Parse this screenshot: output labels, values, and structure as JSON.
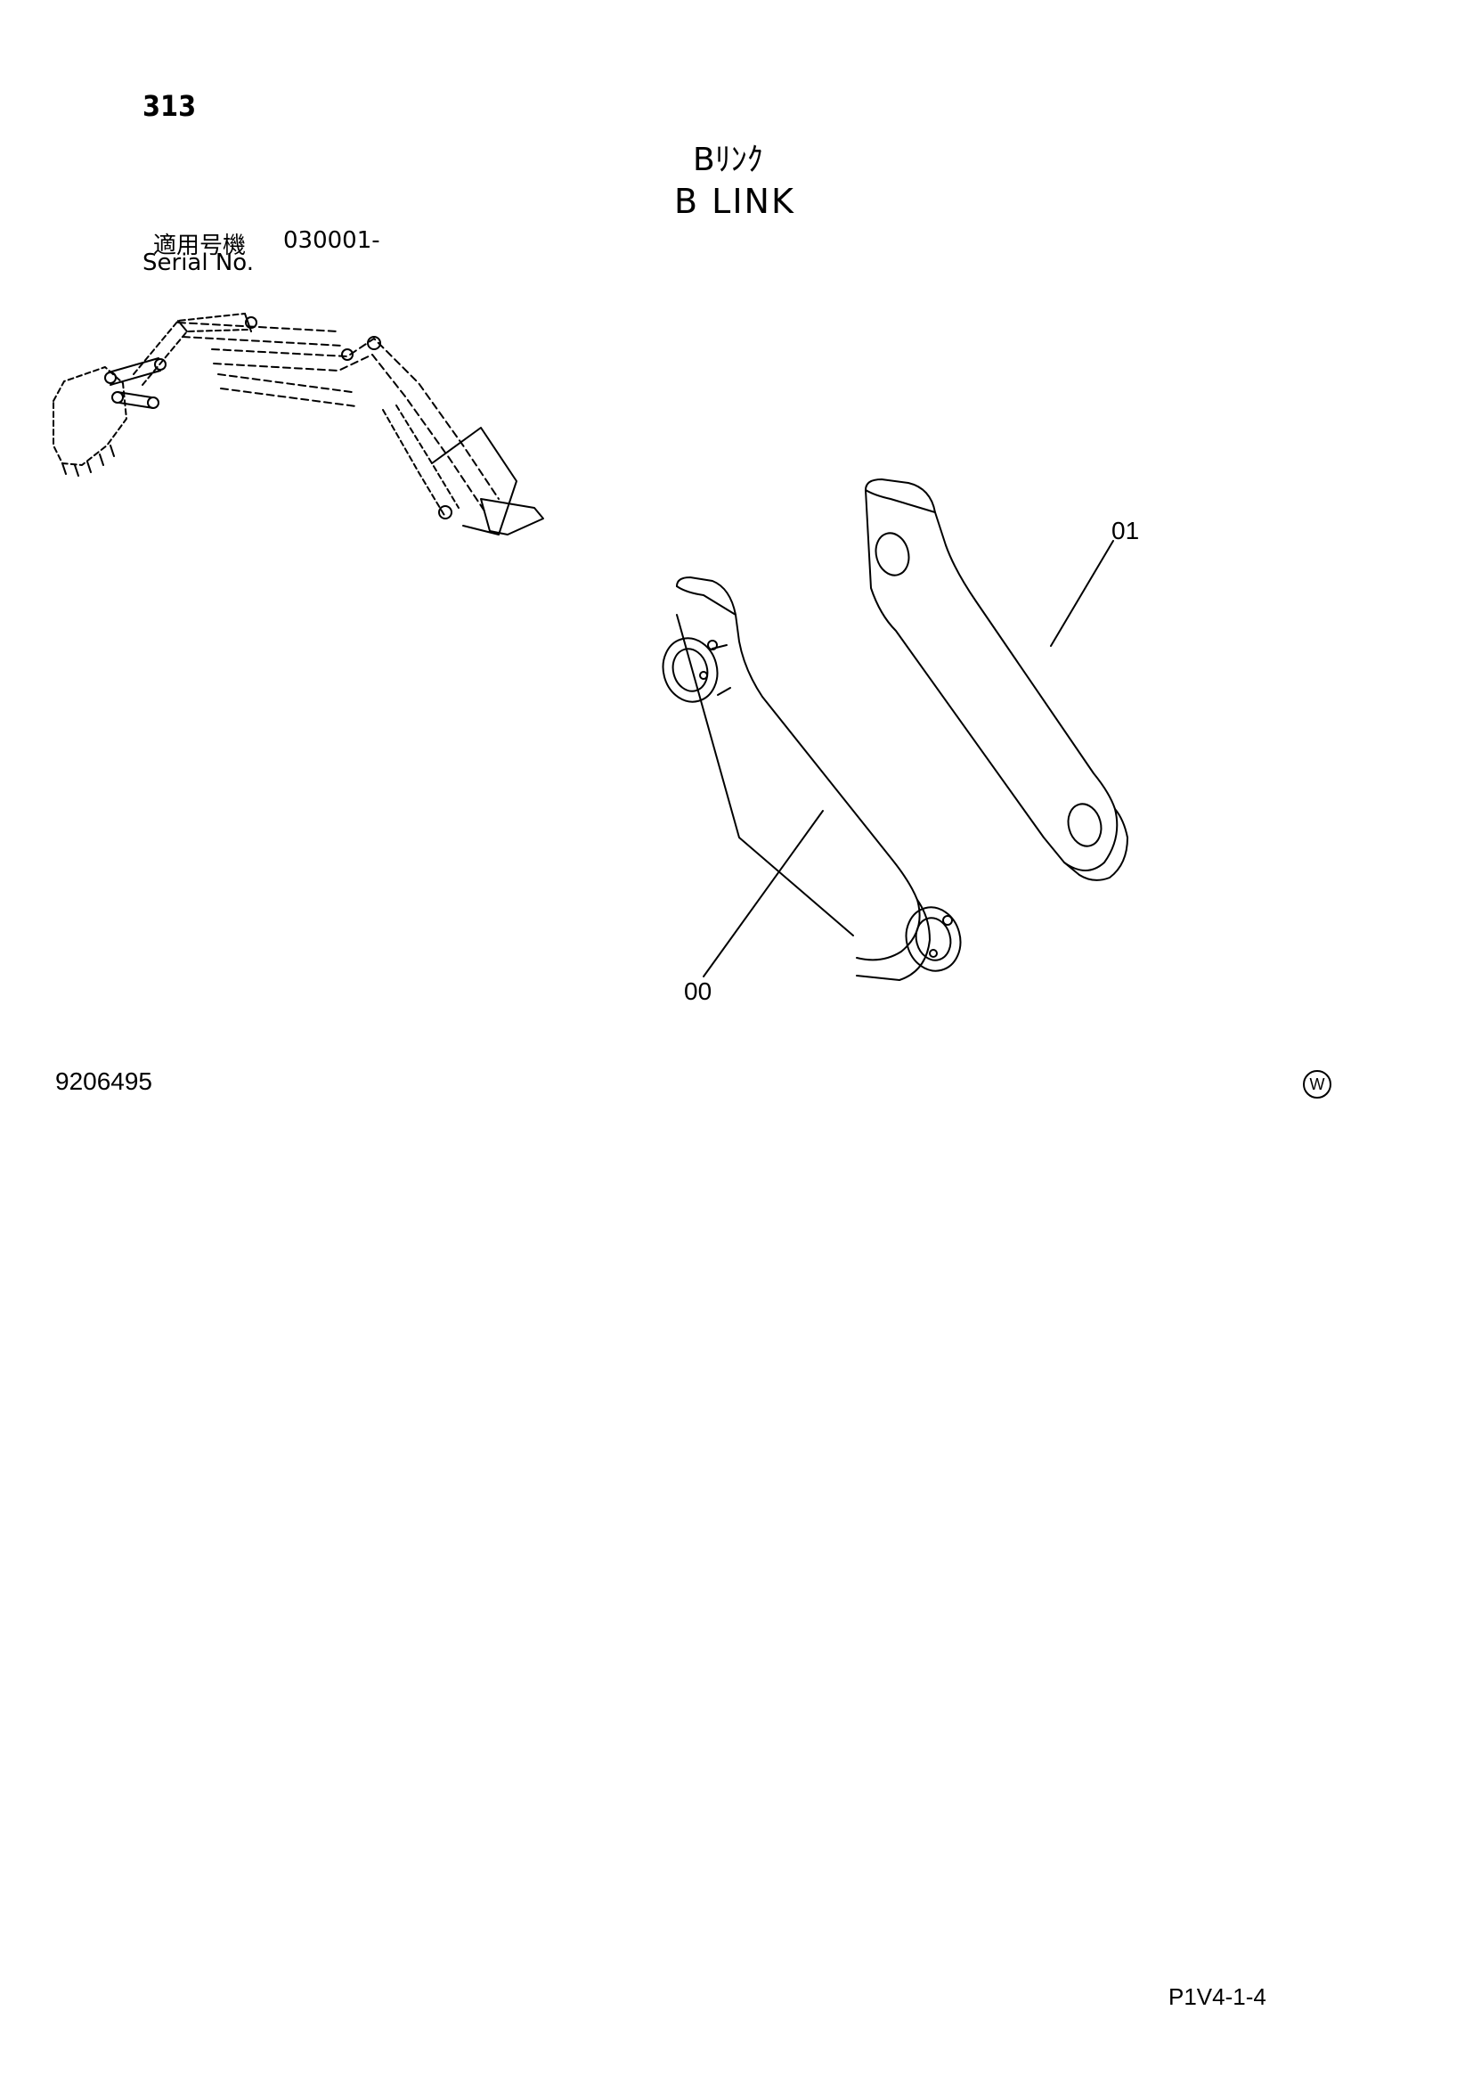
{
  "header": {
    "page_number": "313",
    "title_jp": "Bﾘﾝｸ",
    "title_en": "B LINK"
  },
  "serial": {
    "label_jp": "適用号機",
    "number": "030001-",
    "label_en": "Serial No."
  },
  "parts": [
    {
      "label": "01"
    },
    {
      "label": "00"
    }
  ],
  "footer": {
    "doc_code": "9206495",
    "mark": "W",
    "page_ref": "P1V4-1-4"
  },
  "icons": {
    "overview": "excavator-front-attachment-icon",
    "mark": "circled-w-icon"
  }
}
